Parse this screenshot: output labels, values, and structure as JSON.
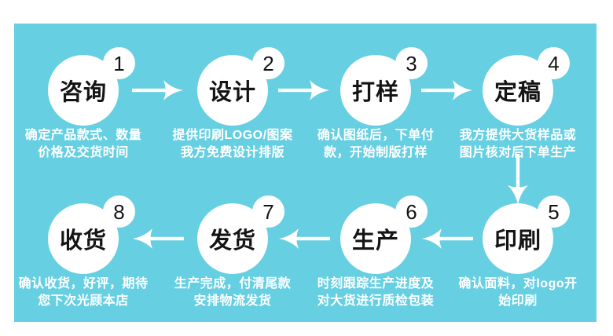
{
  "diagram": {
    "description": "8-step order workflow infographic",
    "colors": {
      "panel_bg": "#66cfe2",
      "circle_bg": "#ffffff",
      "title_text": "#141414",
      "desc_text": "#ffffff",
      "arrow": "#ffffff"
    },
    "flow_order": [
      "1",
      "2",
      "3",
      "4",
      "5",
      "6",
      "7",
      "8"
    ]
  },
  "steps": [
    {
      "number": "1",
      "title": "咨询",
      "desc_line1": "确定产品款式、数量",
      "desc_line2": "价格及交货时间"
    },
    {
      "number": "2",
      "title": "设计",
      "desc_line1": "提供印刷LOGO/图案",
      "desc_line2": "我方免费设计排版"
    },
    {
      "number": "3",
      "title": "打样",
      "desc_line1": "确认图纸后，下单付",
      "desc_line2": "款，开始制版打样"
    },
    {
      "number": "4",
      "title": "定稿",
      "desc_line1": "我方提供大货样品或",
      "desc_line2": "图片核对后下单生产"
    },
    {
      "number": "5",
      "title": "印刷",
      "desc_line1": "确认面料，对logo开",
      "desc_line2": "始印刷"
    },
    {
      "number": "6",
      "title": "生产",
      "desc_line1": "时刻跟踪生产进度及",
      "desc_line2": "对大货进行质检包装"
    },
    {
      "number": "7",
      "title": "发货",
      "desc_line1": "生产完成，付清尾款",
      "desc_line2": "安排物流发货"
    },
    {
      "number": "8",
      "title": "收货",
      "desc_line1": "确认收货，好评，期待",
      "desc_line2": "您下次光顾本店"
    }
  ]
}
